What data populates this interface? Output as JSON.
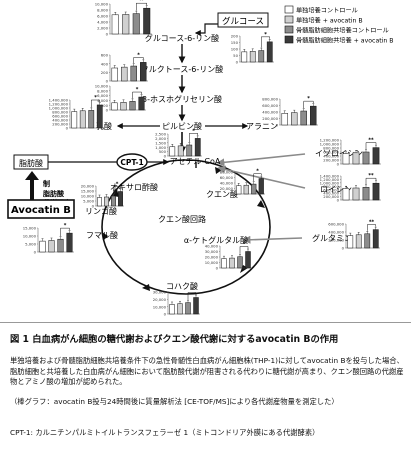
{
  "metabolites": {
    "glucose": "グルコース",
    "g6p": "グルコース-6-リン酸",
    "f6p": "フルクトース-6-リン酸",
    "pg3": "3-ホスホグリセリン酸",
    "pyruvate": "ピルビン酸",
    "lactate": "乳酸",
    "alanine": "アラニン",
    "fatty_acid": "脂肪酸",
    "cpt1": "CPT-1",
    "acetyl_coa": "アセチル-CoA",
    "citrate": "クエン酸",
    "akg": "α-ケトグルタル酸",
    "succinate": "コハク酸",
    "fumarate": "フマル酸",
    "malate": "リンゴ酸",
    "oxaloacetate": "オキサロ酢酸",
    "tca": "クエン酸回路",
    "isoleucine": "イソロイシン",
    "leucine": "ロイシン",
    "glutamine": "グルタミン",
    "avocatin": "Avocatin B",
    "inhibition_label": "脂肪酸\n代謝阻害",
    "inhibition_mark": "制"
  },
  "legend": {
    "items": [
      {
        "label": "単独培養コントロール",
        "color": "#ffffff"
      },
      {
        "label": "単独培養 + avocatin B",
        "color": "#d0d0d0"
      },
      {
        "label": "骨髄脂肪細胞共培養コントロール",
        "color": "#8c8c8c"
      },
      {
        "label": "骨髄脂肪細胞共培養 + avocatin B",
        "color": "#3a3a3a"
      }
    ]
  },
  "chart_data": [
    {
      "type": "bar",
      "name": "glucose",
      "ylim": [
        0,
        10000
      ],
      "ticks": [
        "10,000",
        "8,000",
        "6,000",
        "4,000",
        "2,000",
        "0"
      ],
      "values": [
        6400,
        6500,
        6800,
        8600
      ],
      "sig": "**"
    },
    {
      "type": "bar",
      "name": "g6p",
      "ylim": [
        0,
        200
      ],
      "ticks": [
        "200",
        "150",
        "100",
        "50",
        "0"
      ],
      "values": [
        78,
        82,
        88,
        155
      ],
      "sig": "*"
    },
    {
      "type": "bar",
      "name": "f6p",
      "ylim": [
        0,
        600
      ],
      "ticks": [
        "600",
        "400",
        "200",
        "0"
      ],
      "values": [
        300,
        320,
        345,
        430
      ],
      "sig": "*"
    },
    {
      "type": "bar",
      "name": "pg3",
      "ylim": [
        0,
        10000
      ],
      "ticks": [
        "10,000",
        "8,000",
        "6,000",
        "4,000",
        "2,000",
        "0"
      ],
      "values": [
        3000,
        3200,
        3600,
        5400
      ],
      "sig": "*"
    },
    {
      "type": "bar",
      "name": "lactate",
      "ylim": [
        0,
        1400000
      ],
      "ticks": [
        "1,400,000",
        "1,200,000",
        "1,000,000",
        "800,000",
        "600,000",
        "400,000",
        "200,000",
        "0"
      ],
      "values": [
        820000,
        860000,
        880000,
        1150000
      ],
      "sig": "*"
    },
    {
      "type": "bar",
      "name": "alanine",
      "ylim": [
        0,
        800000
      ],
      "ticks": [
        "800,000",
        "600,000",
        "400,000",
        "200,000",
        "0"
      ],
      "values": [
        360000,
        380000,
        430000,
        580000
      ],
      "sig": "*"
    },
    {
      "type": "bar",
      "name": "isoleucine",
      "ylim": [
        0,
        1200000
      ],
      "ticks": [
        "1,200,000",
        "1,000,000",
        "800,000",
        "600,000",
        "400,000",
        "200,000",
        "0"
      ],
      "values": [
        520000,
        560000,
        600000,
        820000
      ],
      "sig": "**"
    },
    {
      "type": "bar",
      "name": "leucine",
      "ylim": [
        0,
        1400000
      ],
      "ticks": [
        "1,400,000",
        "1,200,000",
        "1,000,000",
        "800,000",
        "600,000",
        "400,000",
        "200,000",
        "0"
      ],
      "values": [
        660000,
        700000,
        740000,
        980000
      ],
      "sig": "**"
    },
    {
      "type": "bar",
      "name": "glutamine",
      "ylim": [
        0,
        600000
      ],
      "ticks": [
        "600,000",
        "400,000",
        "200,000",
        "0"
      ],
      "values": [
        310000,
        330000,
        355000,
        460000
      ],
      "sig": "**"
    },
    {
      "type": "bar",
      "name": "acetyl_coa",
      "ylim": [
        0,
        2500
      ],
      "ticks": [
        "2,500",
        "2,000",
        "1,500",
        "1,000",
        "500",
        "0"
      ],
      "values": [
        1050,
        1150,
        1250,
        2000
      ],
      "sig": "*"
    },
    {
      "type": "bar",
      "name": "citrate",
      "ylim": [
        0,
        80000
      ],
      "ticks": [
        "80,000",
        "60,000",
        "40,000",
        "20,000",
        "0"
      ],
      "values": [
        30000,
        32000,
        36000,
        56000
      ],
      "sig": "*"
    },
    {
      "type": "bar",
      "name": "malate",
      "ylim": [
        0,
        20000
      ],
      "ticks": [
        "20,000",
        "15,000",
        "10,000",
        "5,000",
        "0"
      ],
      "values": [
        8500,
        9000,
        10000,
        14500
      ],
      "sig": "*"
    },
    {
      "type": "bar",
      "name": "fumarate",
      "ylim": [
        0,
        15000
      ],
      "ticks": [
        "15,000",
        "10,000",
        "5,000",
        "0"
      ],
      "values": [
        6800,
        7200,
        8000,
        11800
      ],
      "sig": "*"
    },
    {
      "type": "bar",
      "name": "akg",
      "ylim": [
        0,
        40000
      ],
      "ticks": [
        "40,000",
        "30,000",
        "20,000",
        "10,000",
        "0"
      ],
      "values": [
        17000,
        18000,
        20500,
        30000
      ],
      "sig": "*"
    },
    {
      "type": "bar",
      "name": "succinate",
      "ylim": [
        0,
        30000
      ],
      "ticks": [
        "30,000",
        "20,000",
        "10,000",
        "0"
      ],
      "values": [
        13000,
        14000,
        15500,
        22500
      ],
      "sig": "*"
    }
  ],
  "caption": {
    "title": "図 1 白血病がん細胞の糖代謝およびクエン酸代謝に対するavocatin Bの作用",
    "p1": "単独培養および骨髄脂肪細胞共培養条件下の急性骨髄性白血病がん細胞株(THP-1)に対してavocatin Bを投与した場合、脂肪細胞と共培養した白血病がん細胞において脂肪酸代謝が阻害される代わりに糖代謝が高まり、クエン酸回路の代謝産物とアミノ酸の増加が認められた。",
    "p2": "（棒グラフ：avocatin B投与24時間後に質量解析法 [CE-TOF/MS]により各代謝産物量を測定した）",
    "p3": "CPT-1: カルニチンパルミトイルトランスフェラーゼ 1（ミトコンドリア外膜にある代謝酵素）"
  }
}
